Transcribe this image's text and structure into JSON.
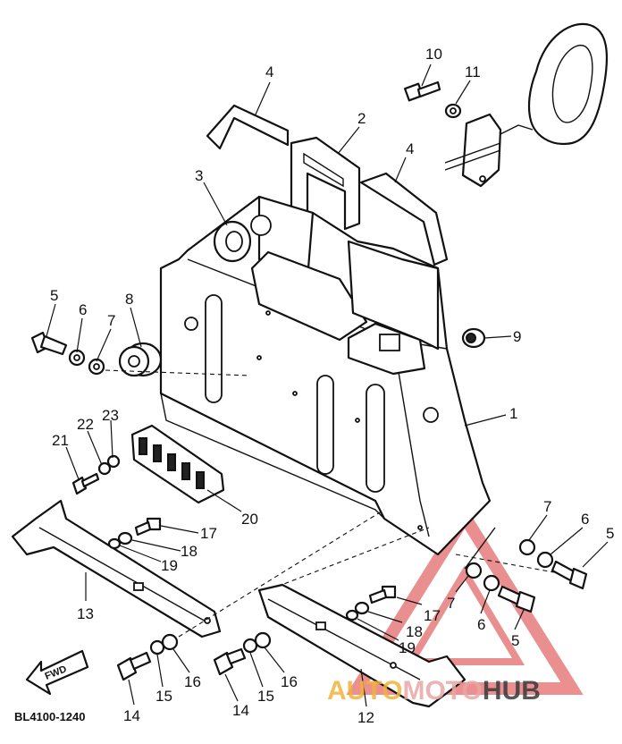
{
  "diagram": {
    "code": "BL4100-1240",
    "fwd_label": "FWD",
    "callouts": [
      {
        "id": "c10",
        "label": "10"
      },
      {
        "id": "c11",
        "label": "11"
      },
      {
        "id": "c4a",
        "label": "4"
      },
      {
        "id": "c2",
        "label": "2"
      },
      {
        "id": "c4b",
        "label": "4"
      },
      {
        "id": "c3",
        "label": "3"
      },
      {
        "id": "c5a",
        "label": "5"
      },
      {
        "id": "c6a",
        "label": "6"
      },
      {
        "id": "c7a",
        "label": "7"
      },
      {
        "id": "c8",
        "label": "8"
      },
      {
        "id": "c9",
        "label": "9"
      },
      {
        "id": "c1",
        "label": "1"
      },
      {
        "id": "c21",
        "label": "21"
      },
      {
        "id": "c22",
        "label": "22"
      },
      {
        "id": "c23",
        "label": "23"
      },
      {
        "id": "c20",
        "label": "20"
      },
      {
        "id": "c17a",
        "label": "17"
      },
      {
        "id": "c18a",
        "label": "18"
      },
      {
        "id": "c19a",
        "label": "19"
      },
      {
        "id": "c13",
        "label": "13"
      },
      {
        "id": "c7b",
        "label": "7"
      },
      {
        "id": "c6b",
        "label": "6"
      },
      {
        "id": "c5b",
        "label": "5"
      },
      {
        "id": "c7c",
        "label": "7"
      },
      {
        "id": "c6c",
        "label": "6"
      },
      {
        "id": "c5c",
        "label": "5"
      },
      {
        "id": "c17b",
        "label": "17"
      },
      {
        "id": "c18b",
        "label": "18"
      },
      {
        "id": "c19b",
        "label": "19"
      },
      {
        "id": "c14a",
        "label": "14"
      },
      {
        "id": "c15a",
        "label": "15"
      },
      {
        "id": "c16a",
        "label": "16"
      },
      {
        "id": "c14b",
        "label": "14"
      },
      {
        "id": "c15b",
        "label": "15"
      },
      {
        "id": "c16b",
        "label": "16"
      },
      {
        "id": "c12",
        "label": "12"
      }
    ]
  },
  "watermark": {
    "text_part1": "AUTO",
    "text_part2": "MOTO",
    "text_part3": "HUB",
    "color_part1": "#f2b23a",
    "color_part2": "#e8a6a6",
    "color_part3": "#3a3a3a",
    "triangle_color": "#e46a6a"
  }
}
